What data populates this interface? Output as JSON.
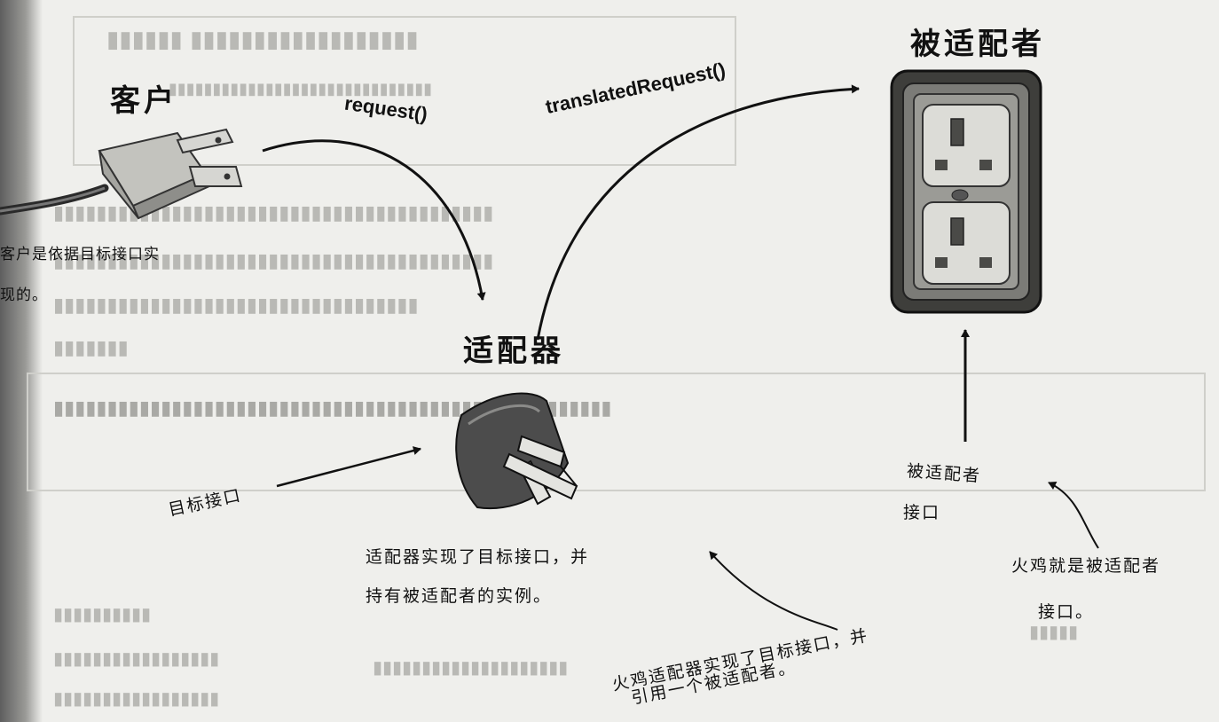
{
  "labels": {
    "client_title": "客户",
    "adapter_title": "适配器",
    "adaptee_title": "被适配者",
    "request_call": "request()",
    "translated_call": "translatedRequest()"
  },
  "notes": {
    "client_note_line1": "客户是依据目标接口实",
    "client_note_line2": "现的。",
    "target_interface": "目标接口",
    "adapter_impl_line1": "适配器实现了目标接口，并",
    "adapter_impl_line2": "持有被适配者的实例。",
    "adaptee_interface_line1": "被适配者",
    "adaptee_interface_line2": "接口",
    "turkey_adaptee_line1": "火鸡就是被适配者",
    "turkey_adaptee_line2": "接口。",
    "turkey_adapter_line1": "火鸡适配器实现了目标接口，并",
    "turkey_adapter_line2": "引用一个被适配者。"
  },
  "icons": {
    "client": "us-plug-icon",
    "adapter": "adapter-plug-icon",
    "adaptee": "wall-socket-icon"
  },
  "colors": {
    "ink": "#111111",
    "paper": "#efefec",
    "plug_metal": "#bdbdb8",
    "adapter_body": "#4a4a4a",
    "socket_frame": "#6a6a66"
  }
}
